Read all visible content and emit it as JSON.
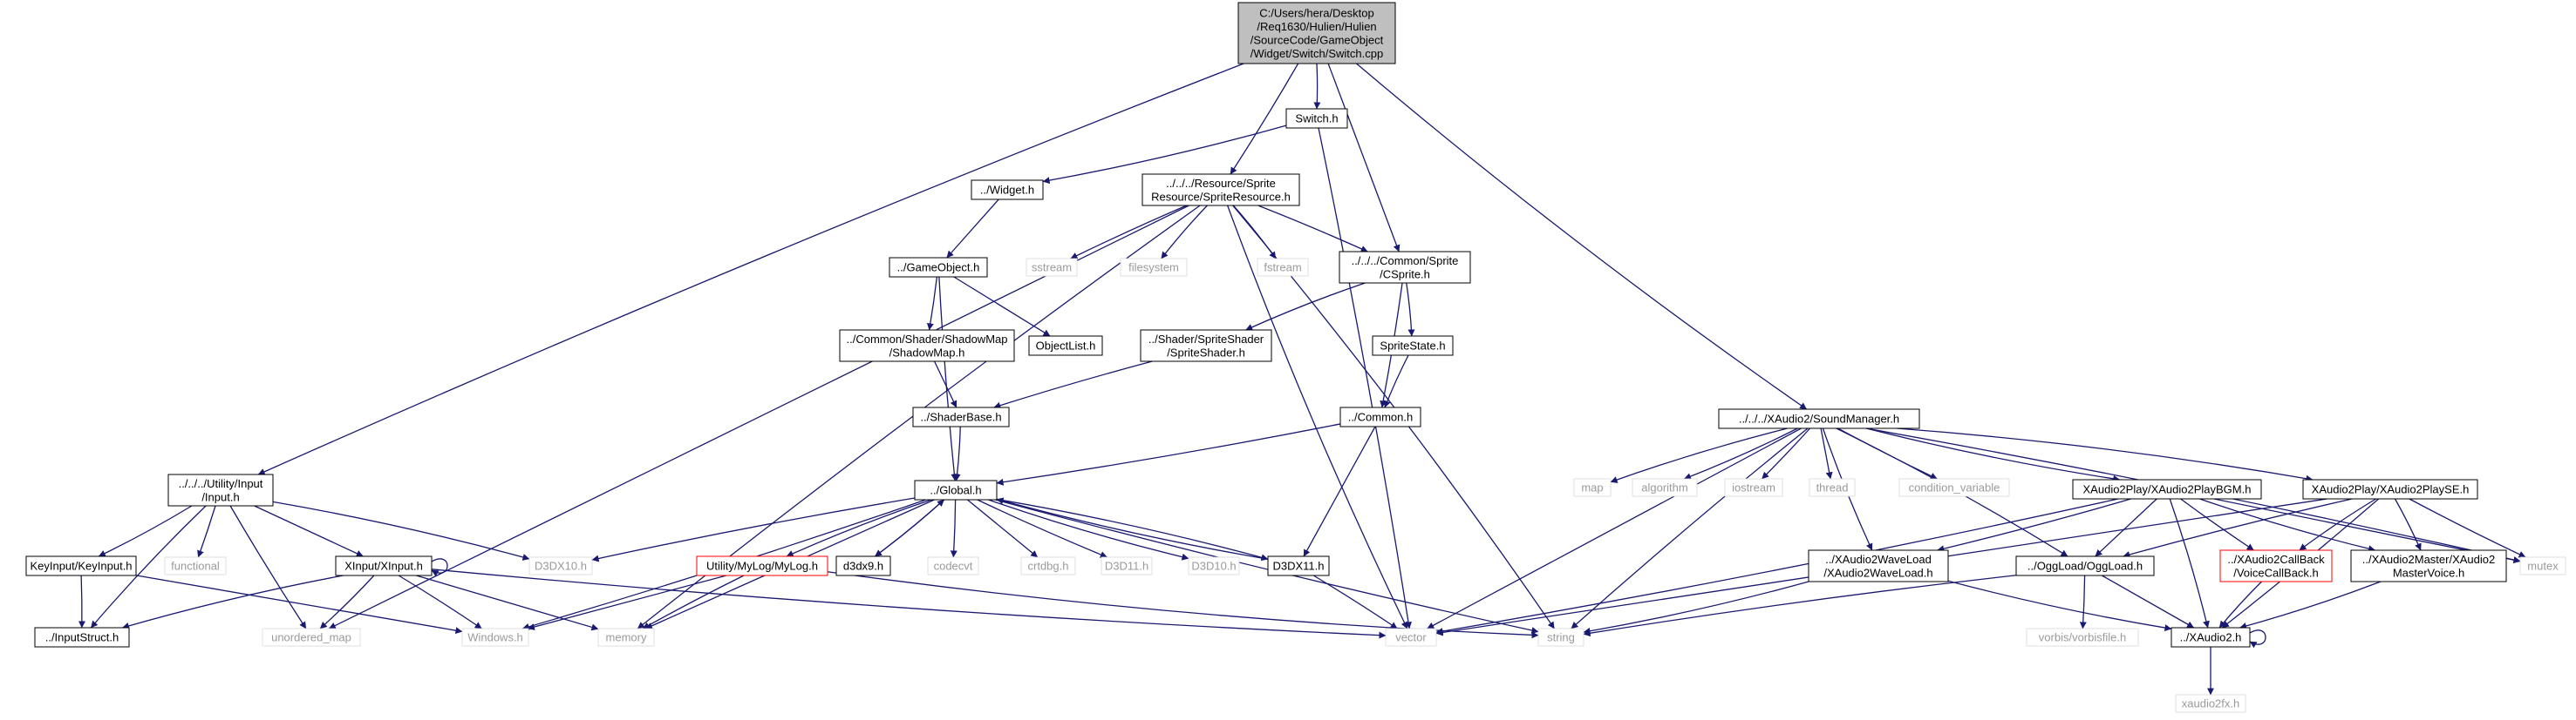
{
  "diagram": {
    "colors": {
      "edge": "#191970",
      "box_border": "#000000",
      "root_fill": "#bfbfbf",
      "missing_border": "#ff0000",
      "external_text": "#9a9a9a",
      "background": "#ffffff"
    },
    "nodes": [
      {
        "id": "root",
        "label": "C:/Users/hera/Desktop\n/Req1630/Hulien/Hulien\n/SourceCode/GameObject\n/Widget/Switch/Switch.cpp",
        "kind": "root"
      },
      {
        "id": "switch_h",
        "label": "Switch.h",
        "kind": "box"
      },
      {
        "id": "widget_h",
        "label": "../Widget.h",
        "kind": "box"
      },
      {
        "id": "sprite_res",
        "label": "../../../Resource/Sprite\nResource/SpriteResource.h",
        "kind": "box"
      },
      {
        "id": "gameobject_h",
        "label": "../GameObject.h",
        "kind": "box"
      },
      {
        "id": "sstream",
        "label": "sstream",
        "kind": "ext"
      },
      {
        "id": "filesystem",
        "label": "filesystem",
        "kind": "ext"
      },
      {
        "id": "fstream",
        "label": "fstream",
        "kind": "ext"
      },
      {
        "id": "csprite_h",
        "label": "../../../Common/Sprite\n/CSprite.h",
        "kind": "box"
      },
      {
        "id": "shadowmap_h",
        "label": "../Common/Shader/ShadowMap\n/ShadowMap.h",
        "kind": "box"
      },
      {
        "id": "objectlist_h",
        "label": "ObjectList.h",
        "kind": "box"
      },
      {
        "id": "spriteshader_h",
        "label": "../Shader/SpriteShader\n/SpriteShader.h",
        "kind": "box"
      },
      {
        "id": "spritestate_h",
        "label": "SpriteState.h",
        "kind": "box"
      },
      {
        "id": "shaderbase_h",
        "label": "../ShaderBase.h",
        "kind": "box"
      },
      {
        "id": "common_h",
        "label": "../Common.h",
        "kind": "box"
      },
      {
        "id": "global_h",
        "label": "../Global.h",
        "kind": "box"
      },
      {
        "id": "utility_input",
        "label": "../../../Utility/Input\n/Input.h",
        "kind": "box"
      },
      {
        "id": "keyinput_h",
        "label": "KeyInput/KeyInput.h",
        "kind": "box"
      },
      {
        "id": "functional",
        "label": "functional",
        "kind": "ext"
      },
      {
        "id": "xinput_h",
        "label": "XInput/XInput.h",
        "kind": "box"
      },
      {
        "id": "d3dx10_h",
        "label": "D3DX10.h",
        "kind": "ext"
      },
      {
        "id": "mylog_h",
        "label": "Utility/MyLog/MyLog.h",
        "kind": "missing"
      },
      {
        "id": "d3dx9_h",
        "label": "d3dx9.h",
        "kind": "box"
      },
      {
        "id": "codecvt",
        "label": "codecvt",
        "kind": "ext"
      },
      {
        "id": "crtdbg_h",
        "label": "crtdbg.h",
        "kind": "ext"
      },
      {
        "id": "d3d11_h",
        "label": "D3D11.h",
        "kind": "ext"
      },
      {
        "id": "d3d10_h",
        "label": "D3D10.h",
        "kind": "ext"
      },
      {
        "id": "d3dx11_h",
        "label": "D3DX11.h",
        "kind": "box"
      },
      {
        "id": "inputstruct_h",
        "label": "../InputStruct.h",
        "kind": "box"
      },
      {
        "id": "unordered_map",
        "label": "unordered_map",
        "kind": "ext"
      },
      {
        "id": "windows_h",
        "label": "Windows.h",
        "kind": "ext"
      },
      {
        "id": "memory",
        "label": "memory",
        "kind": "ext"
      },
      {
        "id": "vector",
        "label": "vector",
        "kind": "ext"
      },
      {
        "id": "string",
        "label": "string",
        "kind": "ext"
      },
      {
        "id": "soundmanager_h",
        "label": "../../../XAudio2/SoundManager.h",
        "kind": "box"
      },
      {
        "id": "map",
        "label": "map",
        "kind": "ext"
      },
      {
        "id": "algorithm",
        "label": "algorithm",
        "kind": "ext"
      },
      {
        "id": "iostream",
        "label": "iostream",
        "kind": "ext"
      },
      {
        "id": "thread",
        "label": "thread",
        "kind": "ext"
      },
      {
        "id": "condition_variable",
        "label": "condition_variable",
        "kind": "ext"
      },
      {
        "id": "playbgm_h",
        "label": "XAudio2Play/XAudio2PlayBGM.h",
        "kind": "box"
      },
      {
        "id": "playse_h",
        "label": "XAudio2Play/XAudio2PlaySE.h",
        "kind": "box"
      },
      {
        "id": "mutex",
        "label": "mutex",
        "kind": "ext"
      },
      {
        "id": "waveload_h",
        "label": "../XAudio2WaveLoad\n/XAudio2WaveLoad.h",
        "kind": "box"
      },
      {
        "id": "oggload_h",
        "label": "../OggLoad/OggLoad.h",
        "kind": "box"
      },
      {
        "id": "voicecallback_h",
        "label": "../XAudio2CallBack\n/VoiceCallBack.h",
        "kind": "missing"
      },
      {
        "id": "mastervoice_h",
        "label": "../XAudio2Master/XAudio2\nMasterVoice.h",
        "kind": "box"
      },
      {
        "id": "vorbisfile_h",
        "label": "vorbis/vorbisfile.h",
        "kind": "ext"
      },
      {
        "id": "xaudio2_h",
        "label": "../XAudio2.h",
        "kind": "box"
      },
      {
        "id": "xaudio2fx_h",
        "label": "xaudio2fx.h",
        "kind": "ext"
      }
    ],
    "edges": [
      [
        "root",
        "switch_h"
      ],
      [
        "root",
        "sprite_res"
      ],
      [
        "root",
        "csprite_h"
      ],
      [
        "root",
        "utility_input"
      ],
      [
        "root",
        "soundmanager_h"
      ],
      [
        "switch_h",
        "widget_h"
      ],
      [
        "switch_h",
        "vector"
      ],
      [
        "widget_h",
        "gameobject_h"
      ],
      [
        "sprite_res",
        "sstream"
      ],
      [
        "sprite_res",
        "filesystem"
      ],
      [
        "sprite_res",
        "fstream"
      ],
      [
        "sprite_res",
        "csprite_h"
      ],
      [
        "sprite_res",
        "unordered_map"
      ],
      [
        "sprite_res",
        "memory"
      ],
      [
        "sprite_res",
        "vector"
      ],
      [
        "sprite_res",
        "string"
      ],
      [
        "gameobject_h",
        "shadowmap_h"
      ],
      [
        "gameobject_h",
        "objectlist_h"
      ],
      [
        "gameobject_h",
        "global_h"
      ],
      [
        "csprite_h",
        "spriteshader_h"
      ],
      [
        "csprite_h",
        "spritestate_h"
      ],
      [
        "csprite_h",
        "common_h"
      ],
      [
        "shadowmap_h",
        "shaderbase_h"
      ],
      [
        "spriteshader_h",
        "shaderbase_h"
      ],
      [
        "spritestate_h",
        "common_h"
      ],
      [
        "shaderbase_h",
        "global_h"
      ],
      [
        "common_h",
        "global_h"
      ],
      [
        "common_h",
        "d3dx11_h"
      ],
      [
        "global_h",
        "d3dx10_h"
      ],
      [
        "global_h",
        "mylog_h"
      ],
      [
        "global_h",
        "d3dx9_h"
      ],
      [
        "global_h",
        "codecvt"
      ],
      [
        "global_h",
        "crtdbg_h"
      ],
      [
        "global_h",
        "d3d11_h"
      ],
      [
        "global_h",
        "d3d10_h"
      ],
      [
        "global_h",
        "d3dx11_h"
      ],
      [
        "global_h",
        "windows_h"
      ],
      [
        "global_h",
        "memory"
      ],
      [
        "global_h",
        "string"
      ],
      [
        "d3dx9_h",
        "global_h"
      ],
      [
        "d3dx11_h",
        "global_h"
      ],
      [
        "d3dx11_h",
        "vector"
      ],
      [
        "mylog_h",
        "windows_h"
      ],
      [
        "mylog_h",
        "memory"
      ],
      [
        "mylog_h",
        "string"
      ],
      [
        "utility_input",
        "keyinput_h"
      ],
      [
        "utility_input",
        "functional"
      ],
      [
        "utility_input",
        "xinput_h"
      ],
      [
        "utility_input",
        "unordered_map"
      ],
      [
        "utility_input",
        "inputstruct_h"
      ],
      [
        "utility_input",
        "d3dx10_h"
      ],
      [
        "keyinput_h",
        "inputstruct_h"
      ],
      [
        "keyinput_h",
        "windows_h"
      ],
      [
        "xinput_h",
        "xinput_h"
      ],
      [
        "xinput_h",
        "inputstruct_h"
      ],
      [
        "xinput_h",
        "unordered_map"
      ],
      [
        "xinput_h",
        "windows_h"
      ],
      [
        "xinput_h",
        "memory"
      ],
      [
        "xinput_h",
        "vector"
      ],
      [
        "soundmanager_h",
        "map"
      ],
      [
        "soundmanager_h",
        "algorithm"
      ],
      [
        "soundmanager_h",
        "iostream"
      ],
      [
        "soundmanager_h",
        "thread"
      ],
      [
        "soundmanager_h",
        "condition_variable"
      ],
      [
        "soundmanager_h",
        "playbgm_h"
      ],
      [
        "soundmanager_h",
        "playse_h"
      ],
      [
        "soundmanager_h",
        "mutex"
      ],
      [
        "soundmanager_h",
        "vector"
      ],
      [
        "soundmanager_h",
        "string"
      ],
      [
        "soundmanager_h",
        "waveload_h"
      ],
      [
        "soundmanager_h",
        "oggload_h"
      ],
      [
        "playbgm_h",
        "waveload_h"
      ],
      [
        "playbgm_h",
        "oggload_h"
      ],
      [
        "playbgm_h",
        "voicecallback_h"
      ],
      [
        "playbgm_h",
        "mastervoice_h"
      ],
      [
        "playbgm_h",
        "xaudio2_h"
      ],
      [
        "playbgm_h",
        "vector"
      ],
      [
        "playbgm_h",
        "mutex"
      ],
      [
        "playse_h",
        "oggload_h"
      ],
      [
        "playse_h",
        "voicecallback_h"
      ],
      [
        "playse_h",
        "mastervoice_h"
      ],
      [
        "playse_h",
        "xaudio2_h"
      ],
      [
        "playse_h",
        "vector"
      ],
      [
        "playse_h",
        "mutex"
      ],
      [
        "waveload_h",
        "xaudio2_h"
      ],
      [
        "waveload_h",
        "string"
      ],
      [
        "oggload_h",
        "vorbisfile_h"
      ],
      [
        "oggload_h",
        "xaudio2_h"
      ],
      [
        "oggload_h",
        "string"
      ],
      [
        "voicecallback_h",
        "xaudio2_h"
      ],
      [
        "mastervoice_h",
        "xaudio2_h"
      ],
      [
        "xaudio2_h",
        "xaudio2_h"
      ],
      [
        "xaudio2_h",
        "xaudio2fx_h"
      ]
    ]
  }
}
